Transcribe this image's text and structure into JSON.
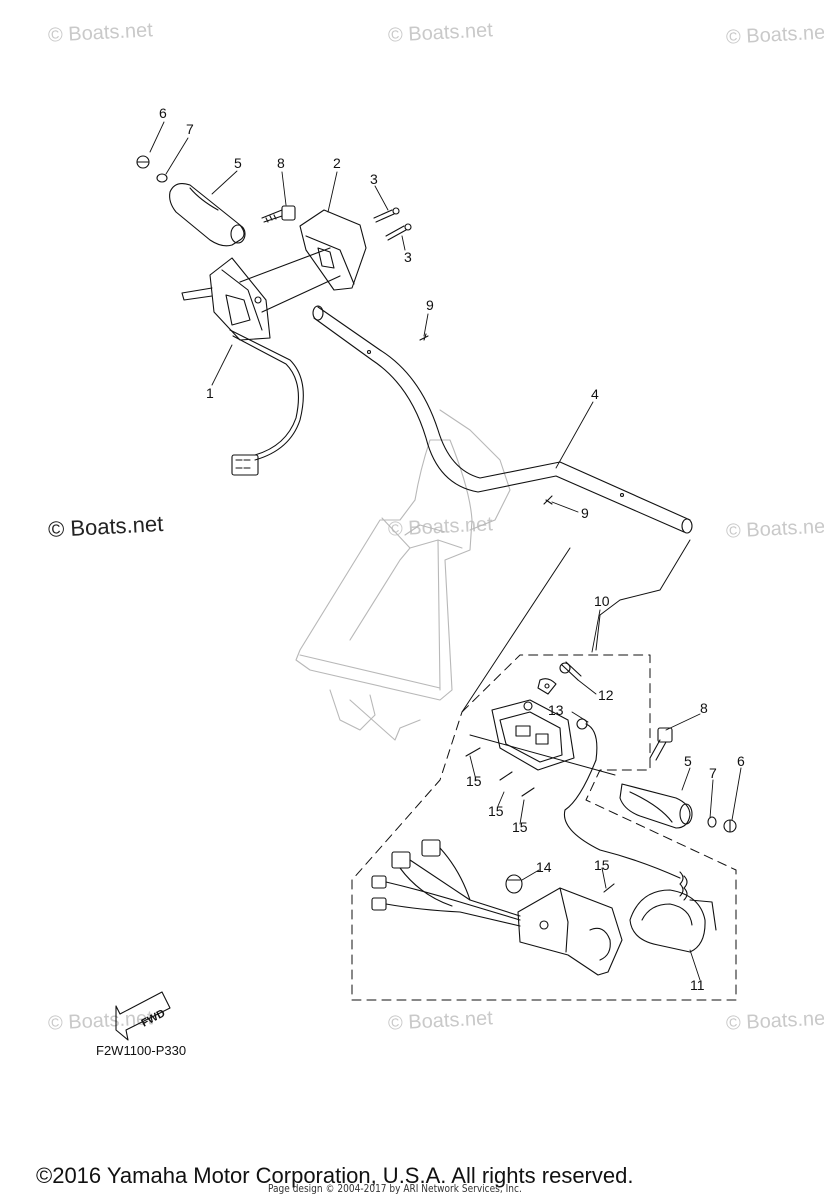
{
  "watermark": {
    "text": "© Boats.net"
  },
  "callouts": {
    "c1": "1",
    "c2": "2",
    "c3a": "3",
    "c3b": "3",
    "c4": "4",
    "c5a": "5",
    "c5b": "5",
    "c6a": "6",
    "c6b": "6",
    "c7a": "7",
    "c7b": "7",
    "c8a": "8",
    "c8b": "8",
    "c9a": "9",
    "c9b": "9",
    "c10": "10",
    "c11": "11",
    "c12": "12",
    "c13": "13",
    "c14": "14",
    "c15a": "15",
    "c15b": "15",
    "c15c": "15",
    "c15d": "15"
  },
  "fwd_label": "FWD",
  "diagram_code": "F2W1100-P330",
  "copyright": "©2016 Yamaha Motor Corporation, U.S.A. All rights reserved.",
  "page_design": "Page design © 2004-2017 by ARI Network Services, Inc."
}
